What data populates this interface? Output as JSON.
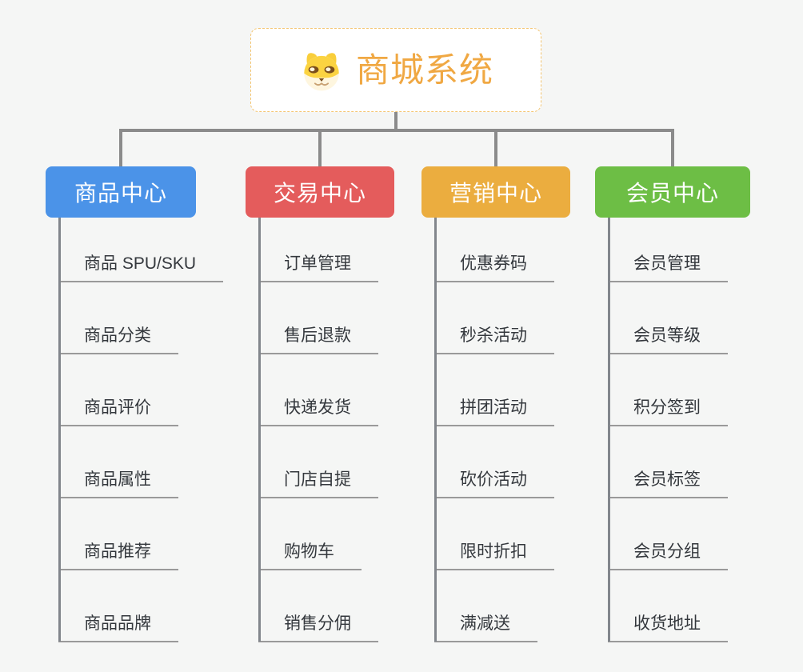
{
  "page": {
    "background": "#F5F6F5"
  },
  "root": {
    "title": "商城系统",
    "icon": "dog-face-icon",
    "title_color": "#F0A843",
    "border_color": "#F4C572",
    "background": "#FFFFFF"
  },
  "connector_color": "#8B8B8B",
  "leaf_line_color": "#9A9A9A",
  "leaf_text_color": "#34383D",
  "branches": [
    {
      "label": "商品中心",
      "color": "#4B93E8",
      "children": [
        "商品 SPU/SKU",
        "商品分类",
        "商品评价",
        "商品属性",
        "商品推荐",
        "商品品牌"
      ]
    },
    {
      "label": "交易中心",
      "color": "#E45C5C",
      "children": [
        "订单管理",
        "售后退款",
        "快递发货",
        "门店自提",
        "购物车",
        "销售分佣"
      ]
    },
    {
      "label": "营销中心",
      "color": "#EBAD3F",
      "children": [
        "优惠券码",
        "秒杀活动",
        "拼团活动",
        "砍价活动",
        "限时折扣",
        "满减送"
      ]
    },
    {
      "label": "会员中心",
      "color": "#6DBE45",
      "children": [
        "会员管理",
        "会员等级",
        "积分签到",
        "会员标签",
        "会员分组",
        "收货地址"
      ]
    }
  ]
}
